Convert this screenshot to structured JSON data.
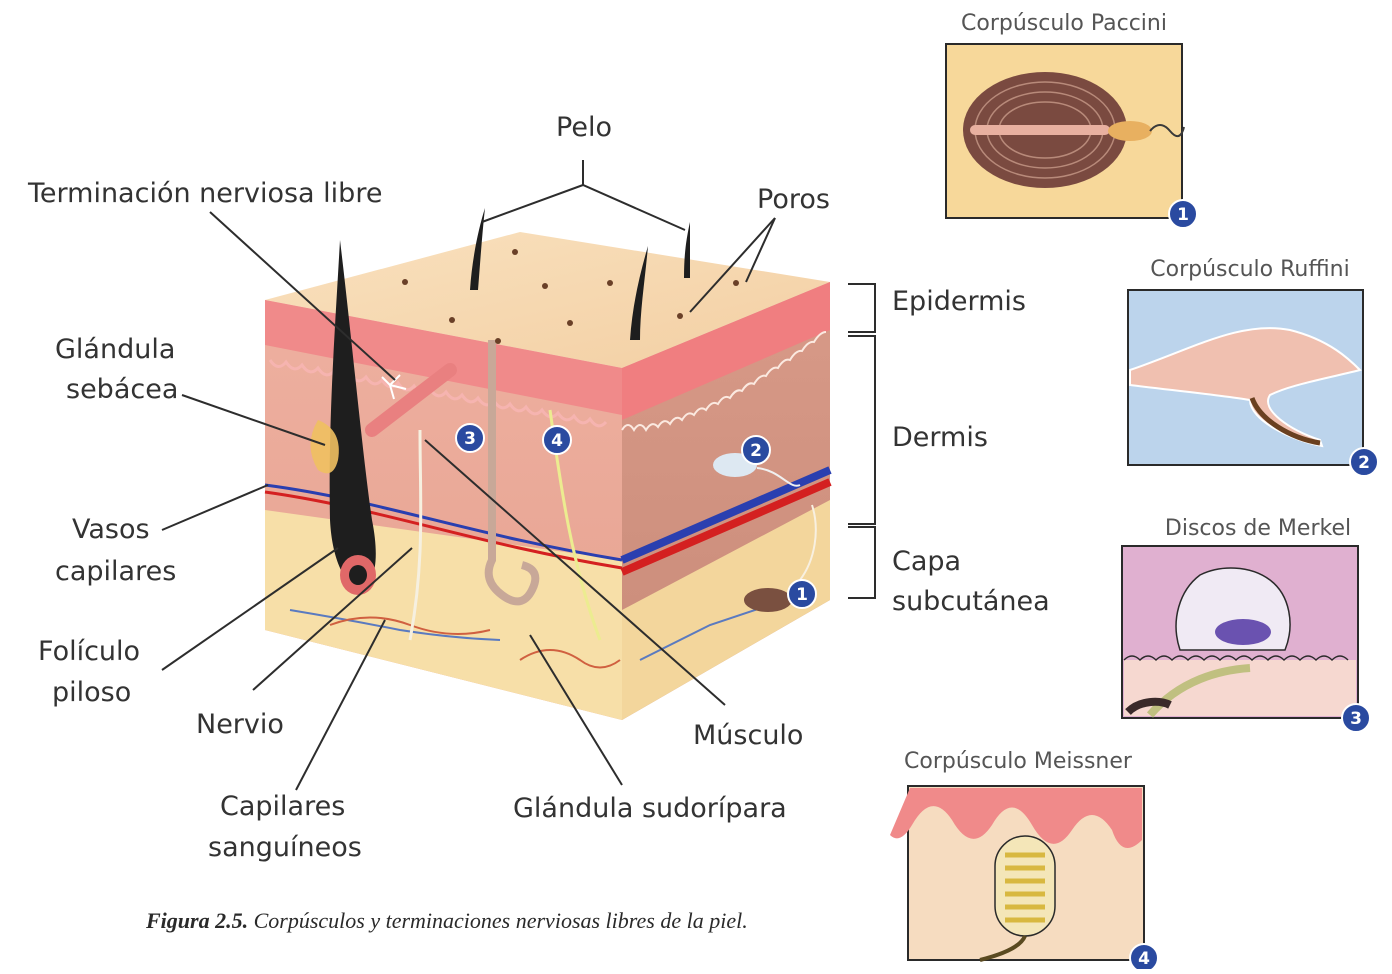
{
  "labels": {
    "pelo": "Pelo",
    "terminacion": "Terminación nerviosa libre",
    "poros": "Poros",
    "glandula_sebacea_1": "Glándula",
    "glandula_sebacea_2": "sebácea",
    "vasos_1": "Vasos",
    "vasos_2": "capilares",
    "foliculo_1": "Folículo",
    "foliculo_2": "piloso",
    "nervio": "Nervio",
    "capilares_1": "Capilares",
    "capilares_2": "sanguíneos",
    "sudoripara": "Glándula sudorípara",
    "musculo": "Músculo",
    "epidermis": "Epidermis",
    "dermis": "Dermis",
    "capa_1": "Capa",
    "capa_2": "subcutánea"
  },
  "markers": {
    "m1": "1",
    "m2": "2",
    "m3": "3",
    "m4": "4"
  },
  "insets": {
    "paccini": {
      "title": "Corpúsculo Paccini",
      "num": "1"
    },
    "ruffini": {
      "title": "Corpúsculo Ruffini",
      "num": "2"
    },
    "merkel": {
      "title": "Discos de Merkel",
      "num": "3"
    },
    "meissner": {
      "title": "Corpúsculo Meissner",
      "num": "4"
    }
  },
  "caption": {
    "prefix": "Figura 2.5.",
    "text": " Corpúsculos y terminaciones nerviosas libres de la piel."
  },
  "colors": {
    "epidermis_top": "#f8d9b0",
    "epidermis_pink": "#f08a8a",
    "dermis": "#e8a898",
    "subcutaneous": "#f6dca0",
    "marker_blue": "#2a4aa0",
    "artery": "#d42020",
    "vein": "#2a3fb0"
  }
}
